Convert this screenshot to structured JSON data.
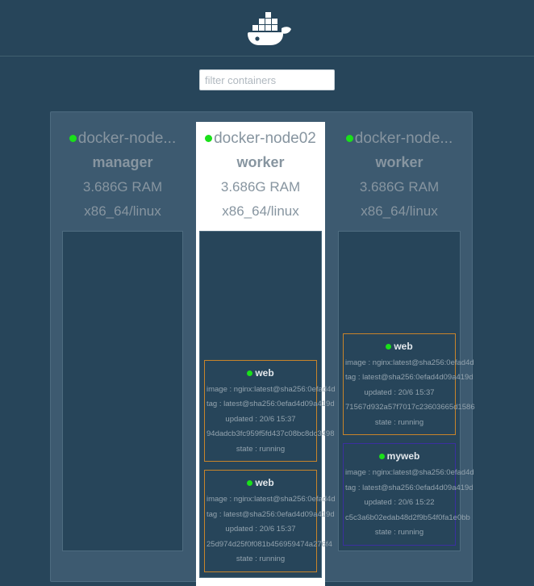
{
  "header": {
    "logo_icon": "docker-whale-logo"
  },
  "filter": {
    "placeholder": "filter containers",
    "value": ""
  },
  "nodes": [
    {
      "name": "docker-node...",
      "role": "manager",
      "ram": "3.686G RAM",
      "arch": "x86_64/linux",
      "status_color": "#1ae01a",
      "hovered": false,
      "containers": []
    },
    {
      "name": "docker-node02",
      "role": "worker",
      "ram": "3.686G RAM",
      "arch": "x86_64/linux",
      "status_color": "#1ae01a",
      "hovered": true,
      "containers": [
        {
          "title": "web",
          "image": "image : nginx:latest@sha256:0efad4d",
          "tag": "tag : latest@sha256:0efad4d09a419d",
          "updated": "updated : 20/6 15:37",
          "id": "94dadcb3fc959f5fd437c08bc8dc3498",
          "state": "state : running",
          "accent": "#c8842a"
        },
        {
          "title": "web",
          "image": "image : nginx:latest@sha256:0efad4d",
          "tag": "tag : latest@sha256:0efad4d09a419d",
          "updated": "updated : 20/6 15:37",
          "id": "25d974d25f0f081b456959474a276f4",
          "state": "state : running",
          "accent": "#c8842a"
        }
      ]
    },
    {
      "name": "docker-node...",
      "role": "worker",
      "ram": "3.686G RAM",
      "arch": "x86_64/linux",
      "status_color": "#1ae01a",
      "hovered": false,
      "containers": [
        {
          "title": "web",
          "image": "image : nginx:latest@sha256:0efad4d",
          "tag": "tag : latest@sha256:0efad4d09a419d",
          "updated": "updated : 20/6 15:37",
          "id": "71567d932a57f7017c23603665d1586",
          "state": "state : running",
          "accent": "#c8842a"
        },
        {
          "title": "myweb",
          "image": "image : nginx:latest@sha256:0efad4d",
          "tag": "tag : latest@sha256:0efad4d09a419d",
          "updated": "updated : 20/6 15:22",
          "id": "c5c3a6b02edab48d2f9b54f0fa1e0bb",
          "state": "state : running",
          "accent": "#3b2fa0"
        }
      ]
    }
  ]
}
